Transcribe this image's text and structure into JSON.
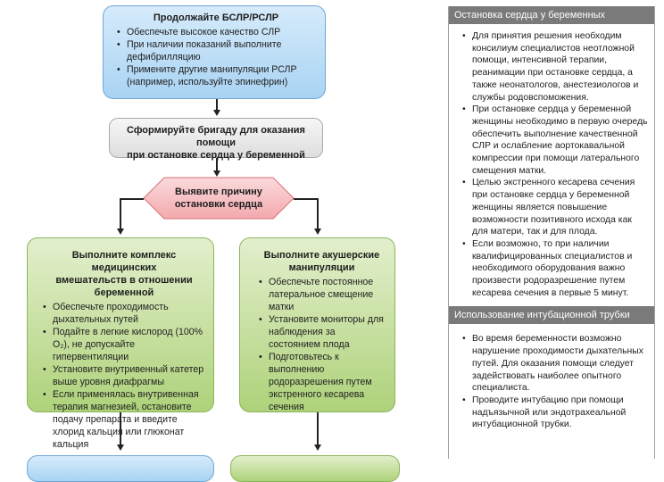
{
  "flowchart": {
    "continue_box": {
      "title": "Продолжайте БСЛР/РСЛР",
      "items": [
        "Обеспечьте высокое качество СЛР",
        "При наличии показаний выполните дефибрилляцию",
        "Примените другие манипуляции РСЛР (например, используйте эпинефрин)"
      ]
    },
    "team_box": {
      "text_line1": "Сформируйте бригаду для оказания помощи",
      "text_line2": "при остановке сердца у беременной"
    },
    "decision": {
      "line1": "Выявите причину",
      "line2": "остановки сердца"
    },
    "medical_box": {
      "title_line1": "Выполните комплекс медицинских",
      "title_line2": "вмешательств в отношении",
      "title_line3": "беременной",
      "items": [
        "Обеспечьте проходимость дыхательных путей",
        "Подайте в легкие кислород (100% O₂), не допускайте гипервентиляции",
        "Установите внутривенный катетер выше уровня диафрагмы",
        "Если применялась внутривенная терапия магнезией, остановите подачу препарата и введите хлорид кальция или глюконат кальция"
      ]
    },
    "obstetric_box": {
      "title_line1": "Выполните акушерские",
      "title_line2": "манипуляции",
      "items": [
        "Обеспечьте постоянное латеральное смещение матки",
        "Установите мониторы для наблюдения за состоянием плода",
        "Подготовьтесь к выполнению родоразрешения путем экстренного кесарева сечения"
      ]
    }
  },
  "sidebar": {
    "section1": {
      "header": "Остановка сердца у беременных",
      "items": [
        "Для принятия решения необходим консилиум специалистов неотложной помощи, интенсивной терапии, реанимации при остановке сердца, а также неонатологов, анестезиологов и службы родовспоможения.",
        "При остановке сердца у беременной женщины необходимо в первую очередь обеспечить выполнение качественной СЛР и ослабление аортокавальной компрессии при помощи латерального смещения матки.",
        "Целью экстренного кесарева сечения при остановке сердца у беременной женщины является повышение возможности позитивного исхода как для матери, так и для плода.",
        "Если возможно, то при наличии квалифицированных специалистов и необходимого оборудования важно произвести родоразрешение путем кесарева сечения в первые 5 минут."
      ]
    },
    "section2": {
      "header": "Использование интубационной трубки",
      "items": [
        "Во время беременности возможно нарушение проходимости дыхательных путей. Для оказания помощи следует задействовать наиболее опытного специалиста.",
        "Проводите интубацию при помощи надъязычной или эндотрахеальной интубационной трубки."
      ]
    }
  }
}
